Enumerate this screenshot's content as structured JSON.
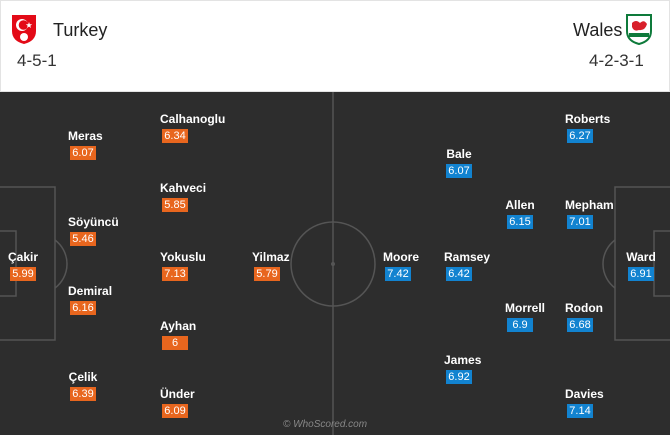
{
  "header": {
    "home": {
      "name": "Turkey",
      "formation": "4-5-1",
      "crest_icon": "turkey-crest-icon",
      "color": "#e30a17"
    },
    "away": {
      "name": "Wales",
      "formation": "4-2-3-1",
      "crest_icon": "wales-crest-icon",
      "color": "#0e7a3b"
    }
  },
  "colors": {
    "home_rating": "#e8661e",
    "away_rating": "#1283d0",
    "pitch": "#2d2d2d"
  },
  "home_players": [
    {
      "name": "Çakir",
      "rating": "5.99"
    },
    {
      "name": "Meras",
      "rating": "6.07"
    },
    {
      "name": "Söyüncü",
      "rating": "5.46"
    },
    {
      "name": "Demiral",
      "rating": "6.16"
    },
    {
      "name": "Çelik",
      "rating": "6.39"
    },
    {
      "name": "Calhanoglu",
      "rating": "6.34"
    },
    {
      "name": "Kahveci",
      "rating": "5.85"
    },
    {
      "name": "Yokuslu",
      "rating": "7.13"
    },
    {
      "name": "Ayhan",
      "rating": "6"
    },
    {
      "name": "Ünder",
      "rating": "6.09"
    },
    {
      "name": "Yilmaz",
      "rating": "5.79"
    }
  ],
  "away_players": [
    {
      "name": "Roberts",
      "rating": "6.27"
    },
    {
      "name": "Bale",
      "rating": "6.07"
    },
    {
      "name": "Allen",
      "rating": "6.15"
    },
    {
      "name": "Mepham",
      "rating": "7.01"
    },
    {
      "name": "Moore",
      "rating": "7.42"
    },
    {
      "name": "Ramsey",
      "rating": "6.42"
    },
    {
      "name": "Ward",
      "rating": "6.91"
    },
    {
      "name": "Morrell",
      "rating": "6.9"
    },
    {
      "name": "Rodon",
      "rating": "6.68"
    },
    {
      "name": "James",
      "rating": "6.92"
    },
    {
      "name": "Davies",
      "rating": "7.14"
    }
  ],
  "watermark": "© WhoScored.com"
}
